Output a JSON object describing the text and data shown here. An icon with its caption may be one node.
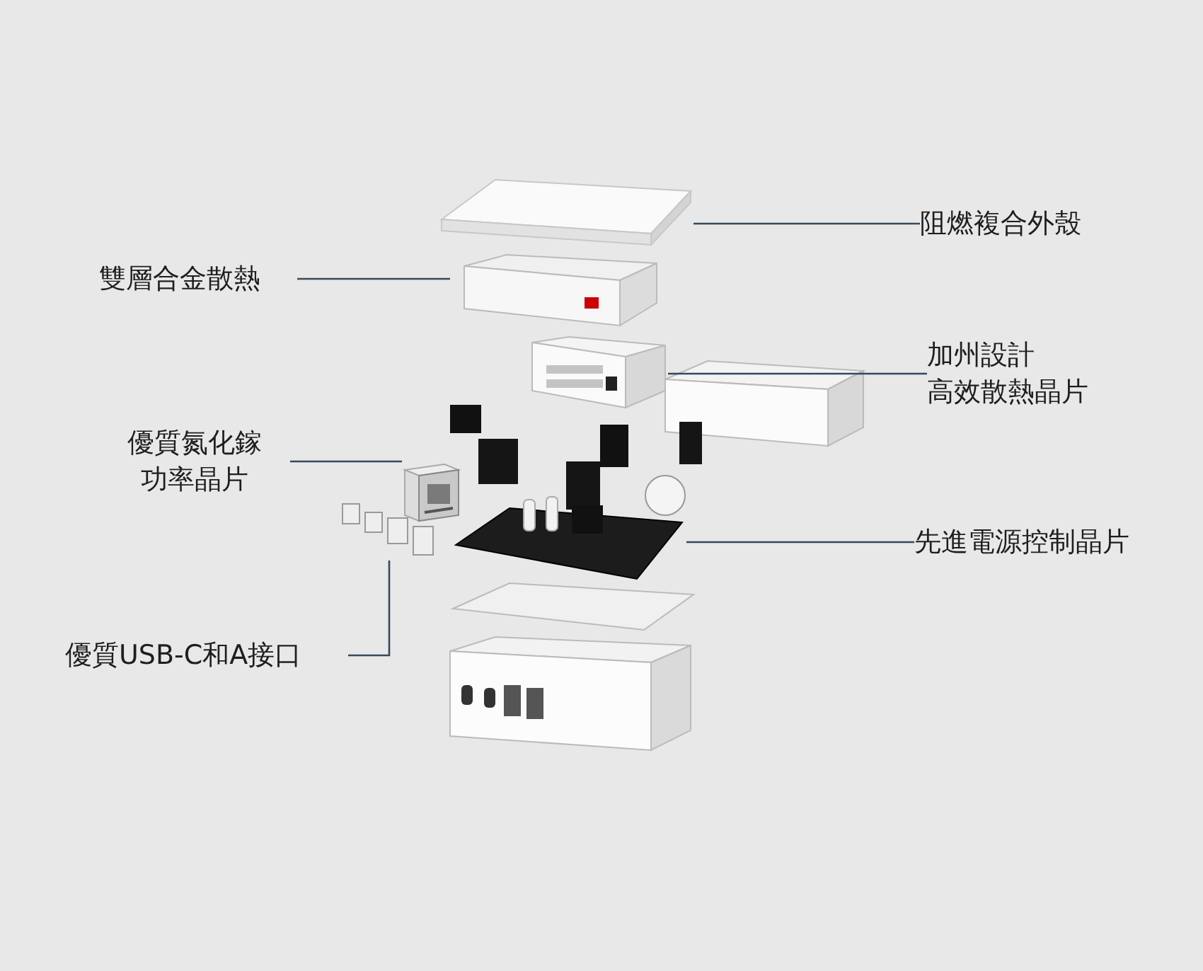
{
  "diagram": {
    "nodes": [
      {
        "text": [
          "阻燃複合外殼"
        ]
      },
      {
        "text": [
          "雙層合金散熱"
        ]
      },
      {
        "text": [
          "加州設計",
          "高效散熱晶片"
        ]
      },
      {
        "text": [
          "優質氮化鎵",
          "功率晶片"
        ]
      },
      {
        "text": [
          "先進電源控制晶片"
        ]
      },
      {
        "text": [
          "優質USB-C和A接口"
        ]
      },
      {
        "text": [],
        "shape": "picture"
      },
      {
        "text": [],
        "shape": "picture"
      },
      {
        "text": [],
        "shape": "picture"
      },
      {
        "text": [],
        "shape": "picture"
      },
      {
        "text": [],
        "shape": "picture"
      },
      {
        "text": [],
        "shape": "picture"
      }
    ],
    "edges": [
      {
        "from": 0,
        "to": 6,
        "arrow": "none"
      },
      {
        "from": 1,
        "to": 7,
        "arrow": "none"
      },
      {
        "from": 2,
        "to": 8,
        "arrow": "none"
      },
      {
        "from": 3,
        "to": 9,
        "arrow": "none"
      },
      {
        "from": 4,
        "to": 10,
        "arrow": "none"
      },
      {
        "from": 5,
        "to": 11,
        "arrow": "none"
      }
    ]
  }
}
